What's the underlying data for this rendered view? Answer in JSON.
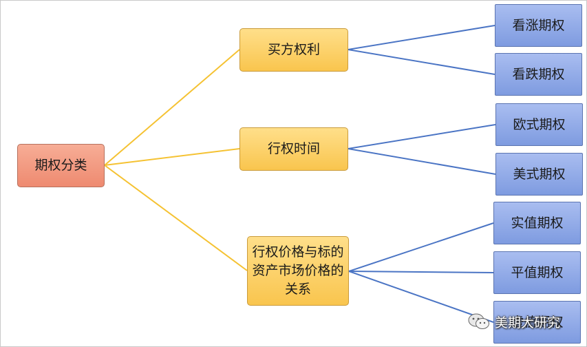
{
  "diagram": {
    "root": {
      "label": "期权分类"
    },
    "branches": [
      {
        "label": "买方权利",
        "children": [
          "看涨期权",
          "看跌期权"
        ]
      },
      {
        "label": "行权时间",
        "children": [
          "欧式期权",
          "美式期权"
        ]
      },
      {
        "label": "行权价格与标的资产市场价格的关系",
        "children": [
          "实值期权",
          "平值期权",
          "虚值期权"
        ]
      }
    ]
  },
  "colors": {
    "root_fill": "#ee8a70",
    "branch_fill": "#f9c54e",
    "leaf_fill": "#7e9be0",
    "root_links": "#f5c232",
    "branch_links": "#4a74c4"
  },
  "watermark": {
    "label": "美期大研究",
    "icon": "wechat-icon"
  }
}
